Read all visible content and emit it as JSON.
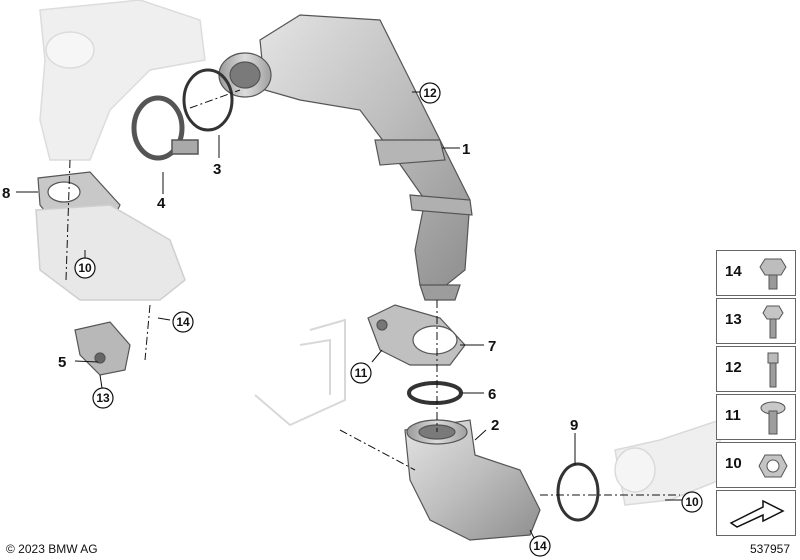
{
  "callouts": {
    "c1": "1",
    "c2": "2",
    "c3": "3",
    "c4": "4",
    "c5": "5",
    "c6": "6",
    "c7": "7",
    "c8": "8",
    "c9": "9",
    "c10a": "10",
    "c10b": "10",
    "c11": "11",
    "c12": "12",
    "c13": "13",
    "c14a": "14",
    "c14b": "14"
  },
  "legend": [
    {
      "number": "14",
      "icon": "flange-bolt-icon"
    },
    {
      "number": "13",
      "icon": "hex-bolt-icon"
    },
    {
      "number": "12",
      "icon": "stud-bolt-icon"
    },
    {
      "number": "11",
      "icon": "torx-bolt-icon"
    },
    {
      "number": "10",
      "icon": "nut-icon"
    }
  ],
  "footer": {
    "copyright": "© 2023 BMW AG",
    "doc_number": "537957"
  },
  "colors": {
    "part_fill": "#c9c9c9",
    "part_dark": "#8a8a8a",
    "ghost_fill": "#ececec",
    "line": "#111111"
  }
}
